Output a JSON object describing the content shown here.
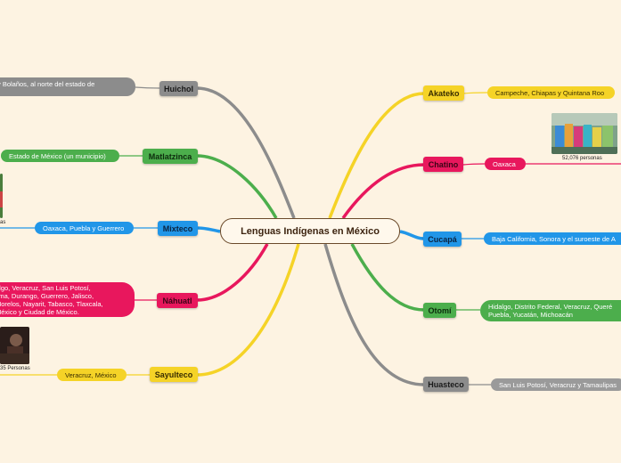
{
  "center": {
    "title": "Lenguas Indígenas en México"
  },
  "left": [
    {
      "name": "Huichol",
      "color": "#8c8c8c",
      "detail": "y Bolaños, al norte del estado de"
    },
    {
      "name": "Matlatzinca",
      "color": "#4cae4c",
      "detail": "Estado de México (un municipio)"
    },
    {
      "name": "Mixteco",
      "color": "#2196e8",
      "detail": "Oaxaca, Puebla y Guerrero",
      "caption": "as"
    },
    {
      "name": "Náhuatl",
      "color": "#e8175d",
      "detail_lines": [
        "algo, Veracruz, San Luis Potosí,",
        "lima, Durango, Guerrero, Jalisco,",
        "Morelos, Nayarit, Tabasco, Tlaxcala,",
        "México y Ciudad de México."
      ]
    },
    {
      "name": "Sayulteco",
      "color": "#f5d327",
      "detail": "Veracruz, México",
      "caption": "35 Personas"
    }
  ],
  "right": [
    {
      "name": "Akateko",
      "color": "#f5d327",
      "detail": "Campeche, Chiapas y Quintana Roo"
    },
    {
      "name": "Chatino",
      "color": "#e8175d",
      "detail": "Oaxaca",
      "caption": "52,076 personas"
    },
    {
      "name": "Cucapá",
      "color": "#2196e8",
      "detail": "Baja California, Sonora y el suroeste de A"
    },
    {
      "name": "Otomí",
      "color": "#4cae4c",
      "detail_lines": [
        "Hidalgo, Distrito Federal, Veracruz, Queré",
        "Puebla, Yucatán, Michoacán"
      ]
    },
    {
      "name": "Huasteco",
      "color": "#8c8c8c",
      "detail": "San Luis Potosí, Veracruz y Tamaulipas"
    }
  ]
}
